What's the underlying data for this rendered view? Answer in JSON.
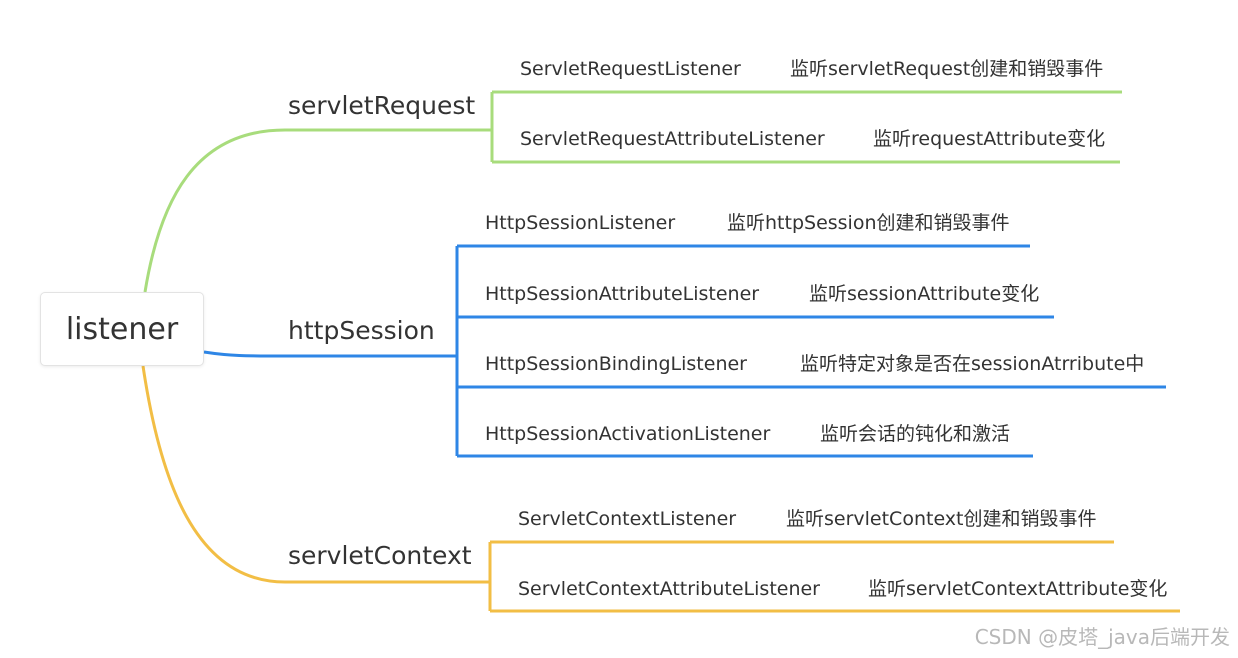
{
  "root": {
    "label": "listener"
  },
  "branches": [
    {
      "label": "servletRequest",
      "color": "#a8dc7c",
      "items": [
        {
          "name": "ServletRequestListener",
          "desc": "监听servletRequest创建和销毁事件"
        },
        {
          "name": "ServletRequestAttributeListener",
          "desc": "监听requestAttribute变化"
        }
      ]
    },
    {
      "label": "httpSession",
      "color": "#2e86e6",
      "items": [
        {
          "name": "HttpSessionListener",
          "desc": "监听httpSession创建和销毁事件"
        },
        {
          "name": "HttpSessionAttributeListener",
          "desc": "监听sessionAttribute变化"
        },
        {
          "name": "HttpSessionBindingListener",
          "desc": "监听特定对象是否在sessionAtrribute中"
        },
        {
          "name": "HttpSessionActivationListener",
          "desc": "监听会话的钝化和激活"
        }
      ]
    },
    {
      "label": "servletContext",
      "color": "#f2be45",
      "items": [
        {
          "name": "ServletContextListener",
          "desc": "监听servletContext创建和销毁事件"
        },
        {
          "name": "ServletContextAttributeListener",
          "desc": "监听servletContextAttribute变化"
        }
      ]
    }
  ],
  "watermark": "CSDN @皮塔_java后端开发"
}
